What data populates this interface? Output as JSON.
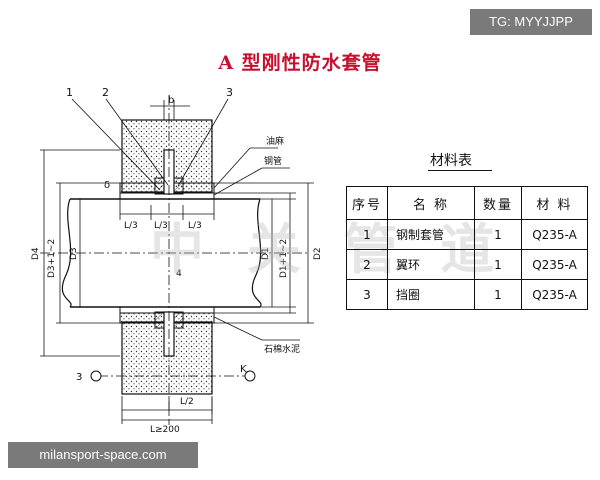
{
  "title": "A 型刚性防水套管",
  "watermark_top": "TG: MYYJJPP",
  "watermark_bottom": "milansport-space.com",
  "watermark_center": "中 关 管 道",
  "drawing": {
    "part_labels": [
      "1",
      "2",
      "b",
      "3"
    ],
    "callouts": [
      "油麻",
      "钢管",
      "石棉水泥"
    ],
    "dims": {
      "l3": "L/3",
      "delta": "δ",
      "four": "4",
      "d4": "D4",
      "d3": "D3+1~2",
      "d3b": "D3",
      "d1": "D1",
      "d1b": "D1+1~2",
      "d2": "D2",
      "l2": "L/2",
      "l200": "L≥200"
    },
    "section_marks": [
      "3",
      "K"
    ]
  },
  "table": {
    "title": "材料表",
    "headers": [
      "序号",
      "名 称",
      "数量",
      "材 料"
    ],
    "rows": [
      [
        "1",
        "钢制套管",
        "1",
        "Q235-A"
      ],
      [
        "2",
        "翼环",
        "1",
        "Q235-A"
      ],
      [
        "3",
        "挡圈",
        "1",
        "Q235-A"
      ]
    ]
  },
  "colors": {
    "title": "#c8102e",
    "badge": "#7a7a7a",
    "ink": "#111111"
  }
}
